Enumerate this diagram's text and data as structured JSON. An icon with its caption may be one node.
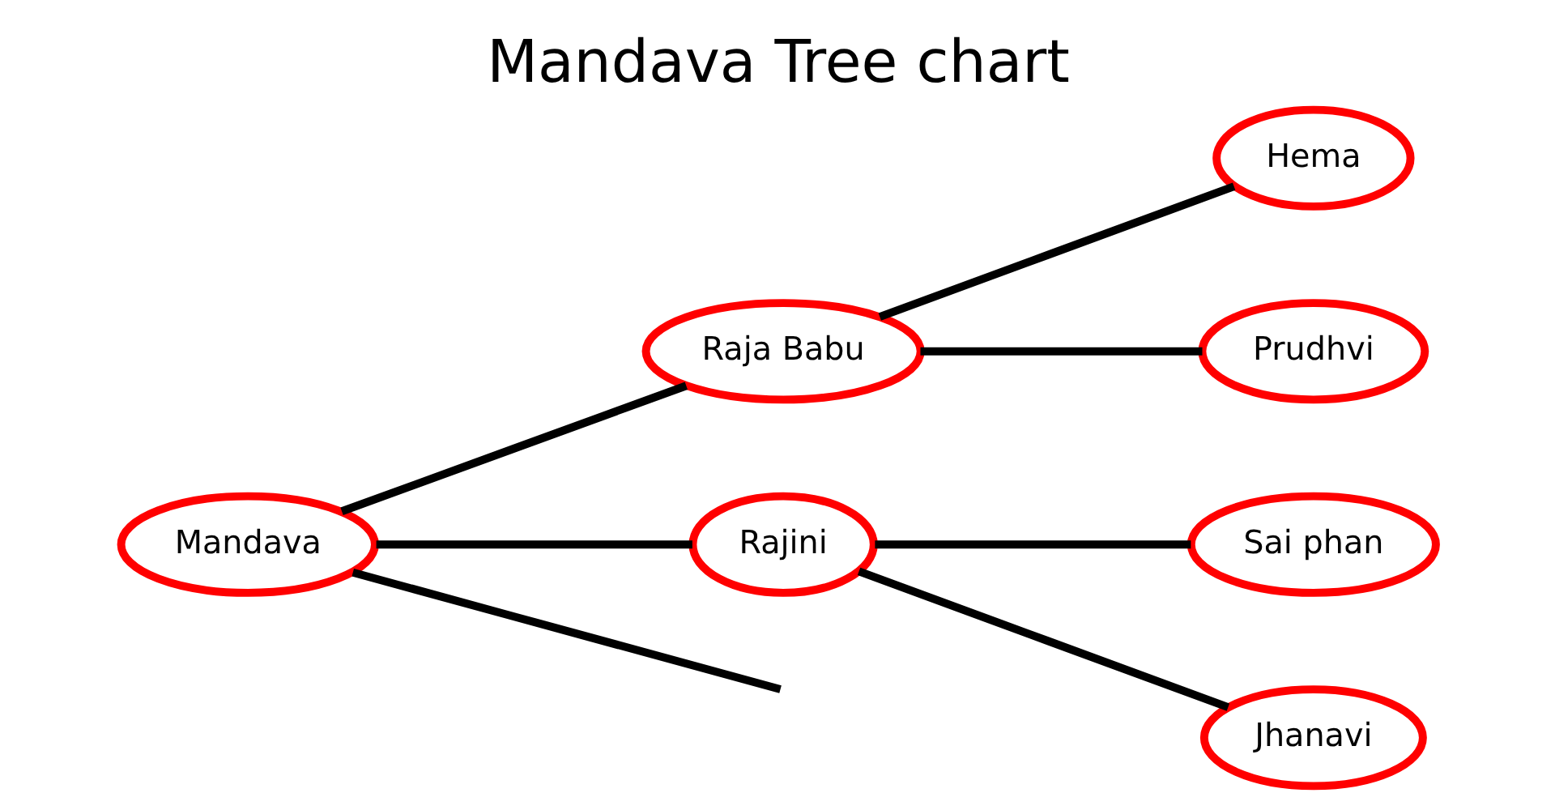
{
  "diagram": {
    "title": "Mandava Tree chart",
    "nodes": [
      {
        "text": [
          "Mandava"
        ]
      },
      {
        "text": [
          "Raja Babu"
        ]
      },
      {
        "text": [
          "Rajini"
        ]
      },
      {
        "text": [
          "Hema"
        ]
      },
      {
        "text": [
          "Prudhvi"
        ]
      },
      {
        "text": [
          "Sai phan"
        ]
      },
      {
        "text": [
          "Jhanavi"
        ]
      }
    ],
    "edges": [
      {
        "from": 0,
        "to": 1,
        "arrow": "none"
      },
      {
        "from": 0,
        "to": 2,
        "arrow": "none"
      },
      {
        "from": 0,
        "to": null,
        "arrow": "none"
      },
      {
        "from": 1,
        "to": 3,
        "arrow": "none"
      },
      {
        "from": 1,
        "to": 4,
        "arrow": "none"
      },
      {
        "from": 2,
        "to": 5,
        "arrow": "none"
      },
      {
        "from": 2,
        "to": 6,
        "arrow": "none"
      }
    ]
  }
}
